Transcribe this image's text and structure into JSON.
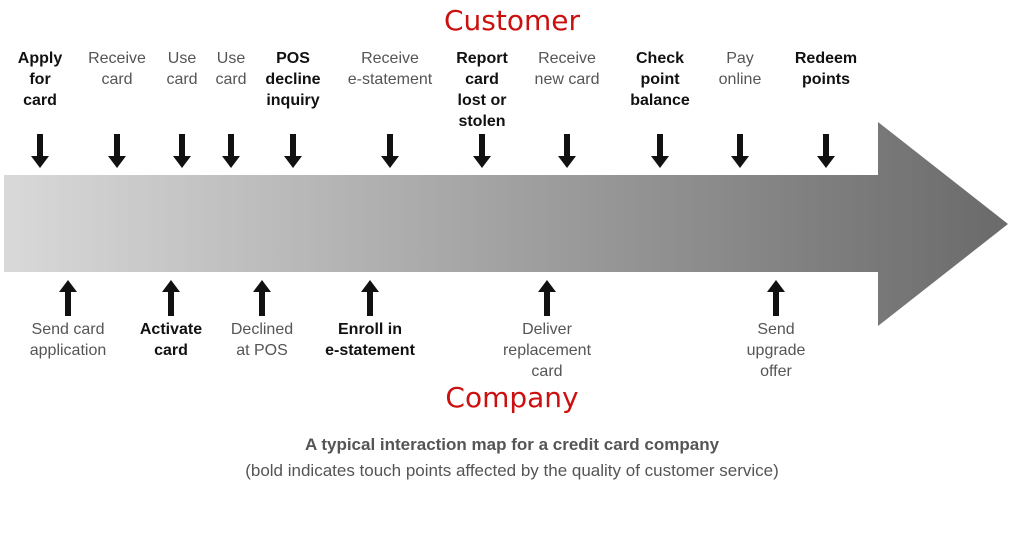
{
  "colors": {
    "heading_red": "#cc1010",
    "arrow_gradient_start": "#d9d9d9",
    "arrow_gradient_end": "#6a6a6a",
    "bold_text": "#111111",
    "regular_text": "#555555"
  },
  "top_heading": "Customer",
  "bottom_heading": "Company",
  "customer_touchpoints": [
    {
      "label": "Apply\nfor\ncard",
      "bold": true
    },
    {
      "label": "Receive\ncard",
      "bold": false
    },
    {
      "label": "Use\ncard",
      "bold": false
    },
    {
      "label": "Use\ncard",
      "bold": false
    },
    {
      "label": "POS\ndecline\ninquiry",
      "bold": true
    },
    {
      "label": "Receive\ne-statement",
      "bold": false
    },
    {
      "label": "Report\ncard\nlost or\nstolen",
      "bold": true
    },
    {
      "label": "Receive\nnew card",
      "bold": false
    },
    {
      "label": "Check\npoint\nbalance",
      "bold": true
    },
    {
      "label": "Pay\nonline",
      "bold": false
    },
    {
      "label": "Redeem\npoints",
      "bold": true
    }
  ],
  "company_touchpoints": [
    {
      "label": "Send card\napplication",
      "bold": false
    },
    {
      "label": "Activate\ncard",
      "bold": true
    },
    {
      "label": "Declined\nat POS",
      "bold": false
    },
    {
      "label": "Enroll in\ne-statement",
      "bold": true
    },
    {
      "label": "Deliver\nreplacement\ncard",
      "bold": false
    },
    {
      "label": "Send\nupgrade\noffer",
      "bold": false
    }
  ],
  "caption": "A typical interaction map for a credit card company",
  "subcaption": "(bold indicates touch points affected by the quality of customer service)"
}
